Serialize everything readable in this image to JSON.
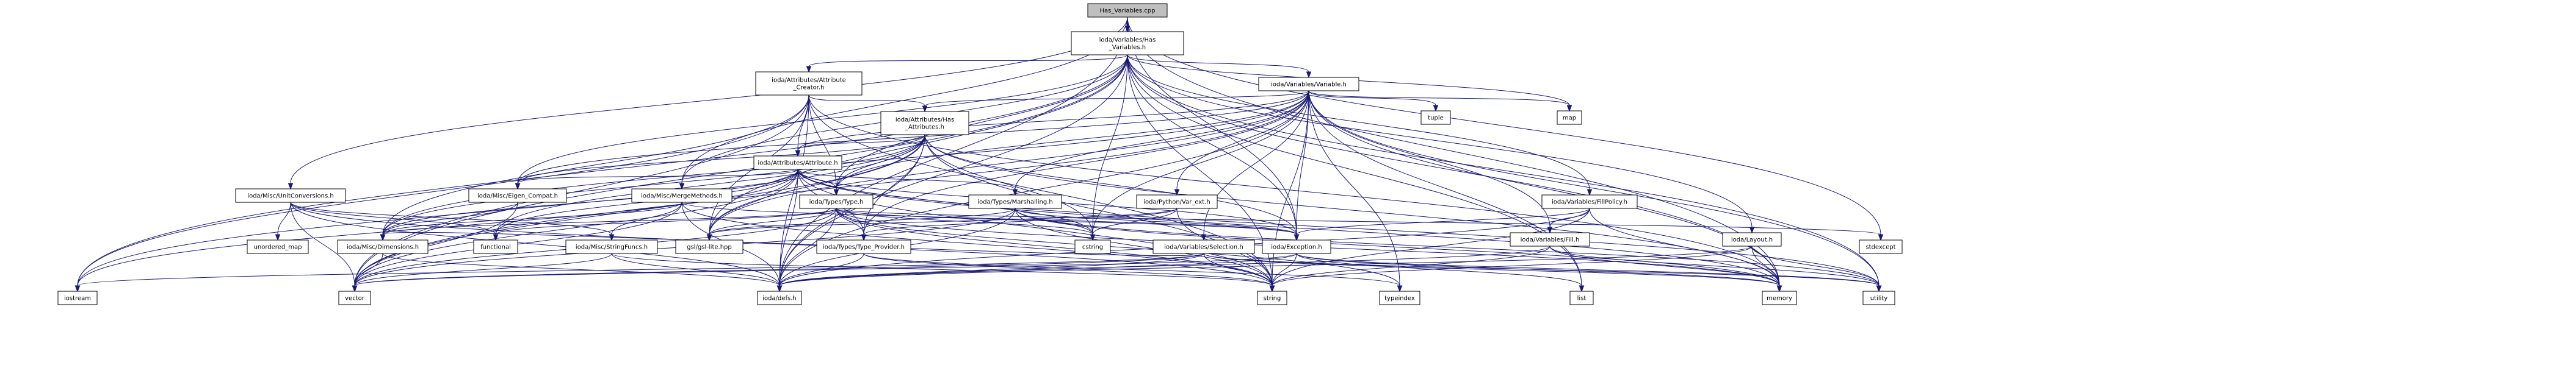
{
  "colors": {
    "root_fill": "#bfbfbf",
    "node_fill": "#ffffff",
    "node_border": "#000000",
    "text_default": "#000000",
    "text_incomplete": "#ff0000",
    "edge": "#191970"
  },
  "nodes": [
    {
      "id": "root",
      "label": [
        "Has_Variables.cpp"
      ],
      "style": "root"
    },
    {
      "id": "hasvars",
      "label": [
        "ioda/Variables/Has",
        "_Variables.h"
      ]
    },
    {
      "id": "attrcreator",
      "label": [
        "ioda/Attributes/Attribute",
        "_Creator.h"
      ]
    },
    {
      "id": "variable",
      "label": [
        "ioda/Variables/Variable.h"
      ]
    },
    {
      "id": "hasattrs",
      "label": [
        "ioda/Attributes/Has",
        "_Attributes.h"
      ]
    },
    {
      "id": "attribute",
      "label": [
        "ioda/Attributes/Attribute.h"
      ],
      "style": "incomplete"
    },
    {
      "id": "eigen",
      "label": [
        "ioda/Misc/Eigen_Compat.h"
      ],
      "style": "incomplete"
    },
    {
      "id": "unitconv",
      "label": [
        "ioda/Misc/UnitConversions.h"
      ]
    },
    {
      "id": "mergemethods",
      "label": [
        "ioda/Misc/MergeMethods.h"
      ]
    },
    {
      "id": "typeh",
      "label": [
        "ioda/Types/Type.h"
      ],
      "style": "incomplete"
    },
    {
      "id": "marshalling",
      "label": [
        "ioda/Types/Marshalling.h"
      ],
      "style": "incomplete"
    },
    {
      "id": "pyvar",
      "label": [
        "ioda/Python/Var_ext.h"
      ]
    },
    {
      "id": "fillpolicy",
      "label": [
        "ioda/Variables/FillPolicy.h"
      ]
    },
    {
      "id": "fillh",
      "label": [
        "ioda/Variables/Fill.h"
      ],
      "style": "incomplete"
    },
    {
      "id": "layout",
      "label": [
        "ioda/Layout.h"
      ]
    },
    {
      "id": "typeprovider",
      "label": [
        "ioda/Types/Type_Provider.h"
      ],
      "style": "incomplete"
    },
    {
      "id": "selection",
      "label": [
        "ioda/Variables/Selection.h"
      ]
    },
    {
      "id": "exception",
      "label": [
        "ioda/Exception.h"
      ],
      "style": "incomplete"
    },
    {
      "id": "dimensions",
      "label": [
        "ioda/Misc/Dimensions.h"
      ]
    },
    {
      "id": "stringfuncs",
      "label": [
        "ioda/Misc/StringFuncs.h"
      ]
    },
    {
      "id": "gsl",
      "label": [
        "gsl/gsl-lite.hpp"
      ]
    },
    {
      "id": "defs",
      "label": [
        "ioda/defs.h"
      ],
      "style": "incomplete"
    },
    {
      "id": "tuple",
      "label": [
        "tuple"
      ]
    },
    {
      "id": "map",
      "label": [
        "map"
      ]
    },
    {
      "id": "unordered_map",
      "label": [
        "unordered_map"
      ]
    },
    {
      "id": "functional",
      "label": [
        "functional"
      ]
    },
    {
      "id": "cstring",
      "label": [
        "cstring"
      ]
    },
    {
      "id": "stdexcept",
      "label": [
        "stdexcept"
      ]
    },
    {
      "id": "iostream",
      "label": [
        "iostream"
      ]
    },
    {
      "id": "vector",
      "label": [
        "vector"
      ]
    },
    {
      "id": "string",
      "label": [
        "string"
      ]
    },
    {
      "id": "typeindex",
      "label": [
        "typeindex"
      ]
    },
    {
      "id": "list",
      "label": [
        "list"
      ]
    },
    {
      "id": "memory",
      "label": [
        "memory"
      ]
    },
    {
      "id": "utility",
      "label": [
        "utility"
      ]
    }
  ],
  "edges": [
    [
      "root",
      "hasvars"
    ],
    [
      "root",
      "mergemethods"
    ],
    [
      "root",
      "unitconv"
    ],
    [
      "root",
      "defs"
    ],
    [
      "root",
      "memory"
    ],
    [
      "root",
      "exception"
    ],
    [
      "root",
      "stdexcept"
    ],
    [
      "hasvars",
      "attrcreator"
    ],
    [
      "hasvars",
      "variable"
    ],
    [
      "hasvars",
      "typeh"
    ],
    [
      "hasvars",
      "fillpolicy"
    ],
    [
      "hasvars",
      "mergemethods"
    ],
    [
      "hasvars",
      "eigen"
    ],
    [
      "hasvars",
      "exception"
    ],
    [
      "hasvars",
      "layout"
    ],
    [
      "hasvars",
      "defs"
    ],
    [
      "hasvars",
      "gsl"
    ],
    [
      "hasvars",
      "iostream"
    ],
    [
      "hasvars",
      "vector"
    ],
    [
      "hasvars",
      "string"
    ],
    [
      "hasvars",
      "map"
    ],
    [
      "hasvars",
      "memory"
    ],
    [
      "hasvars",
      "utility"
    ],
    [
      "hasvars",
      "list"
    ],
    [
      "hasvars",
      "cstring"
    ],
    [
      "attrcreator",
      "attribute"
    ],
    [
      "attrcreator",
      "hasattrs"
    ],
    [
      "attrcreator",
      "typeh"
    ],
    [
      "attrcreator",
      "dimensions"
    ],
    [
      "attrcreator",
      "defs"
    ],
    [
      "attrcreator",
      "gsl"
    ],
    [
      "attrcreator",
      "string"
    ],
    [
      "attrcreator",
      "vector"
    ],
    [
      "attrcreator",
      "memory"
    ],
    [
      "attrcreator",
      "iostream"
    ],
    [
      "variable",
      "hasattrs"
    ],
    [
      "variable",
      "attribute"
    ],
    [
      "variable",
      "eigen"
    ],
    [
      "variable",
      "typeh"
    ],
    [
      "variable",
      "marshalling"
    ],
    [
      "variable",
      "pyvar"
    ],
    [
      "variable",
      "fillh"
    ],
    [
      "variable",
      "selection"
    ],
    [
      "variable",
      "exception"
    ],
    [
      "variable",
      "dimensions"
    ],
    [
      "variable",
      "defs"
    ],
    [
      "variable",
      "gsl"
    ],
    [
      "variable",
      "tuple"
    ],
    [
      "variable",
      "map"
    ],
    [
      "variable",
      "cstring"
    ],
    [
      "variable",
      "string"
    ],
    [
      "variable",
      "vector"
    ],
    [
      "variable",
      "memory"
    ],
    [
      "variable",
      "utility"
    ],
    [
      "variable",
      "typeindex"
    ],
    [
      "variable",
      "list"
    ],
    [
      "variable",
      "typeprovider"
    ],
    [
      "hasattrs",
      "attribute"
    ],
    [
      "hasattrs",
      "typeh"
    ],
    [
      "hasattrs",
      "exception"
    ],
    [
      "hasattrs",
      "defs"
    ],
    [
      "hasattrs",
      "gsl"
    ],
    [
      "hasattrs",
      "vector"
    ],
    [
      "hasattrs",
      "string"
    ],
    [
      "hasattrs",
      "iostream"
    ],
    [
      "hasattrs",
      "memory"
    ],
    [
      "hasattrs",
      "dimensions"
    ],
    [
      "hasattrs",
      "eigen"
    ],
    [
      "hasattrs",
      "functional"
    ],
    [
      "hasattrs",
      "typeprovider"
    ],
    [
      "hasattrs",
      "cstring"
    ],
    [
      "attribute",
      "eigen"
    ],
    [
      "attribute",
      "typeh"
    ],
    [
      "attribute",
      "marshalling"
    ],
    [
      "attribute",
      "typeprovider"
    ],
    [
      "attribute",
      "exception"
    ],
    [
      "attribute",
      "dimensions"
    ],
    [
      "attribute",
      "defs"
    ],
    [
      "attribute",
      "gsl"
    ],
    [
      "attribute",
      "string"
    ],
    [
      "attribute",
      "vector"
    ],
    [
      "attribute",
      "iostream"
    ],
    [
      "attribute",
      "memory"
    ],
    [
      "attribute",
      "functional"
    ],
    [
      "attribute",
      "cstring"
    ],
    [
      "attribute",
      "utility"
    ],
    [
      "eigen",
      "vector"
    ],
    [
      "eigen",
      "dimensions"
    ],
    [
      "unitconv",
      "vector"
    ],
    [
      "unitconv",
      "string"
    ],
    [
      "unitconv",
      "unordered_map"
    ],
    [
      "unitconv",
      "functional"
    ],
    [
      "unitconv",
      "defs"
    ],
    [
      "unitconv",
      "stringfuncs"
    ],
    [
      "mergemethods",
      "defs"
    ],
    [
      "mergemethods",
      "dimensions"
    ],
    [
      "mergemethods",
      "string"
    ],
    [
      "mergemethods",
      "vector"
    ],
    [
      "mergemethods",
      "exception"
    ],
    [
      "mergemethods",
      "stringfuncs"
    ],
    [
      "typeh",
      "typeprovider"
    ],
    [
      "typeh",
      "exception"
    ],
    [
      "typeh",
      "defs"
    ],
    [
      "typeh",
      "gsl"
    ],
    [
      "typeh",
      "string"
    ],
    [
      "typeh",
      "vector"
    ],
    [
      "typeh",
      "typeindex"
    ],
    [
      "typeh",
      "cstring"
    ],
    [
      "typeh",
      "memory"
    ],
    [
      "typeh",
      "functional"
    ],
    [
      "typeh",
      "dimensions"
    ],
    [
      "typeh",
      "stdexcept"
    ],
    [
      "marshalling",
      "gsl"
    ],
    [
      "marshalling",
      "defs"
    ],
    [
      "marshalling",
      "exception"
    ],
    [
      "marshalling",
      "memory"
    ],
    [
      "marshalling",
      "vector"
    ],
    [
      "marshalling",
      "string"
    ],
    [
      "marshalling",
      "cstring"
    ],
    [
      "marshalling",
      "utility"
    ],
    [
      "pyvar",
      "typeprovider"
    ],
    [
      "pyvar",
      "string"
    ],
    [
      "pyvar",
      "cstring"
    ],
    [
      "pyvar",
      "gsl"
    ],
    [
      "fillpolicy",
      "fillh"
    ],
    [
      "fillpolicy",
      "exception"
    ],
    [
      "fillpolicy",
      "defs"
    ],
    [
      "fillpolicy",
      "memory"
    ],
    [
      "fillpolicy",
      "string"
    ],
    [
      "fillh",
      "defs"
    ],
    [
      "fillh",
      "utility"
    ],
    [
      "fillh",
      "string"
    ],
    [
      "fillh",
      "memory"
    ],
    [
      "layout",
      "defs"
    ],
    [
      "layout",
      "memory"
    ],
    [
      "layout",
      "string"
    ],
    [
      "layout",
      "utility"
    ],
    [
      "typeprovider",
      "defs"
    ],
    [
      "typeprovider",
      "typeindex"
    ],
    [
      "typeprovider",
      "string"
    ],
    [
      "selection",
      "defs"
    ],
    [
      "selection",
      "vector"
    ],
    [
      "selection",
      "string"
    ],
    [
      "selection",
      "utility"
    ],
    [
      "selection",
      "memory"
    ],
    [
      "selection",
      "iostream"
    ],
    [
      "selection",
      "dimensions"
    ],
    [
      "exception",
      "defs"
    ],
    [
      "exception",
      "string"
    ],
    [
      "exception",
      "list"
    ],
    [
      "exception",
      "memory"
    ],
    [
      "exception",
      "utility"
    ],
    [
      "exception",
      "vector"
    ],
    [
      "dimensions",
      "vector"
    ],
    [
      "dimensions",
      "defs"
    ],
    [
      "stringfuncs",
      "defs"
    ],
    [
      "stringfuncs",
      "vector"
    ],
    [
      "stringfuncs",
      "string"
    ]
  ]
}
